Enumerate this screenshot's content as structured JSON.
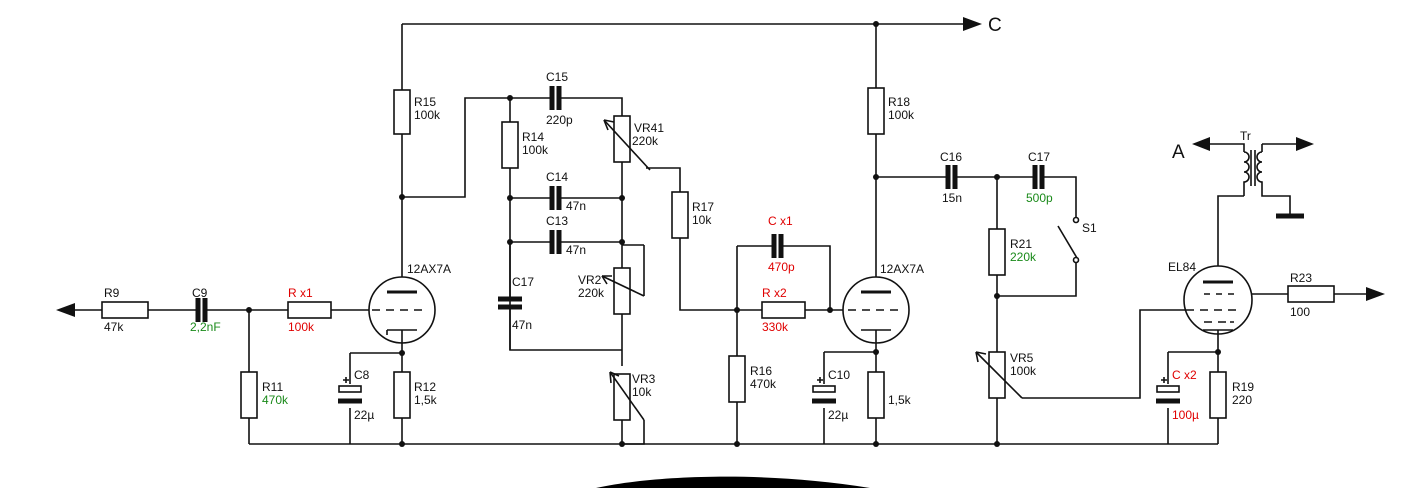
{
  "colors": {
    "red": "#e00000",
    "green": "#1a8a1a",
    "ink": "#111111"
  },
  "terminals": {
    "c": "C",
    "a": "A"
  },
  "tubes": {
    "v1": "12AX7A",
    "v2": "12AX7A",
    "v3": "EL84"
  },
  "transformer": "Tr",
  "switch": "S1",
  "r9": {
    "name": "R9",
    "value": "47k"
  },
  "c9": {
    "name": "C9",
    "value": "2,2nF"
  },
  "rx1": {
    "name": "R x1",
    "value": "100k"
  },
  "r11": {
    "name": "R11",
    "value": "470k"
  },
  "c8": {
    "name": "C8",
    "value": "22µ"
  },
  "r12": {
    "name": "R12",
    "value": "1,5k"
  },
  "r15": {
    "name": "R15",
    "value": "100k"
  },
  "c15": {
    "name": "C15",
    "value": "220p"
  },
  "r14": {
    "name": "R14",
    "value": "100k"
  },
  "vr41": {
    "name": "VR41",
    "value": "220k"
  },
  "c14": {
    "name": "C14",
    "value": "47n"
  },
  "c13": {
    "name": "C13",
    "value": "47n"
  },
  "c17a": {
    "name": "C17",
    "value": "47n"
  },
  "vr2": {
    "name": "VR2",
    "value": "220k"
  },
  "vr3": {
    "name": "VR3",
    "value": "10k"
  },
  "r17": {
    "name": "R17",
    "value": "10k"
  },
  "cx1": {
    "name": "C x1",
    "value": "470p"
  },
  "rx2": {
    "name": "R x2",
    "value": "330k"
  },
  "r16": {
    "name": "R16",
    "value": "470k"
  },
  "c10": {
    "name": "C10",
    "value": "22µ"
  },
  "rk2": {
    "value": "1,5k"
  },
  "r18": {
    "name": "R18",
    "value": "100k"
  },
  "c16": {
    "name": "C16",
    "value": "15n"
  },
  "c17b": {
    "name": "C17",
    "value": "500p"
  },
  "r21": {
    "name": "R21",
    "value": "220k"
  },
  "vr5": {
    "name": "VR5",
    "value": "100k"
  },
  "r23": {
    "name": "R23",
    "value": "100"
  },
  "cx2": {
    "name": "C x2",
    "value": "100µ"
  },
  "r19": {
    "name": "R19",
    "value": "220"
  }
}
